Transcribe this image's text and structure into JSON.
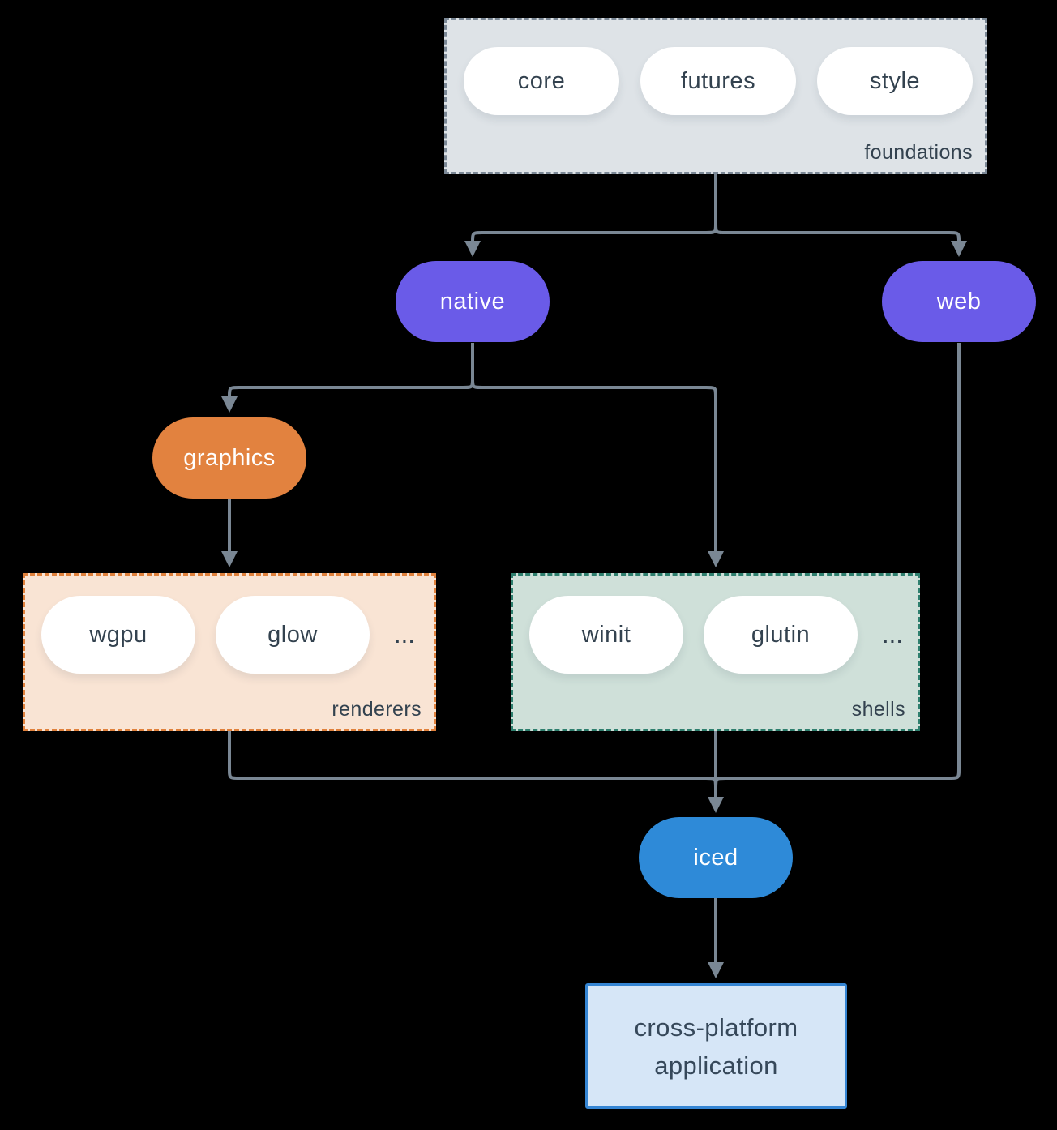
{
  "diagram": {
    "foundations": {
      "label": "foundations",
      "items": [
        "core",
        "futures",
        "style"
      ]
    },
    "native": {
      "label": "native"
    },
    "web": {
      "label": "web"
    },
    "graphics": {
      "label": "graphics"
    },
    "renderers": {
      "label": "renderers",
      "items": [
        "wgpu",
        "glow"
      ],
      "ellipsis": "..."
    },
    "shells": {
      "label": "shells",
      "items": [
        "winit",
        "glutin"
      ],
      "ellipsis": "..."
    },
    "iced": {
      "label": "iced"
    },
    "application": {
      "line1": "cross-platform",
      "line2": "application"
    },
    "colors": {
      "background": "#000000",
      "edge": "#7a8794",
      "purple_pill": "#6a5be8",
      "orange_pill": "#e2823f",
      "blue_pill": "#2e8ad8",
      "foundations_fill": "#dee3e7",
      "foundations_border": "#7b8896",
      "renderers_fill": "#f9e4d4",
      "renderers_border": "#e0813c",
      "shells_fill": "#cfe0d9",
      "shells_border": "#2e7f6e",
      "app_fill": "#d6e6f7",
      "app_border": "#3585d3",
      "dark_text": "#33424f"
    }
  }
}
